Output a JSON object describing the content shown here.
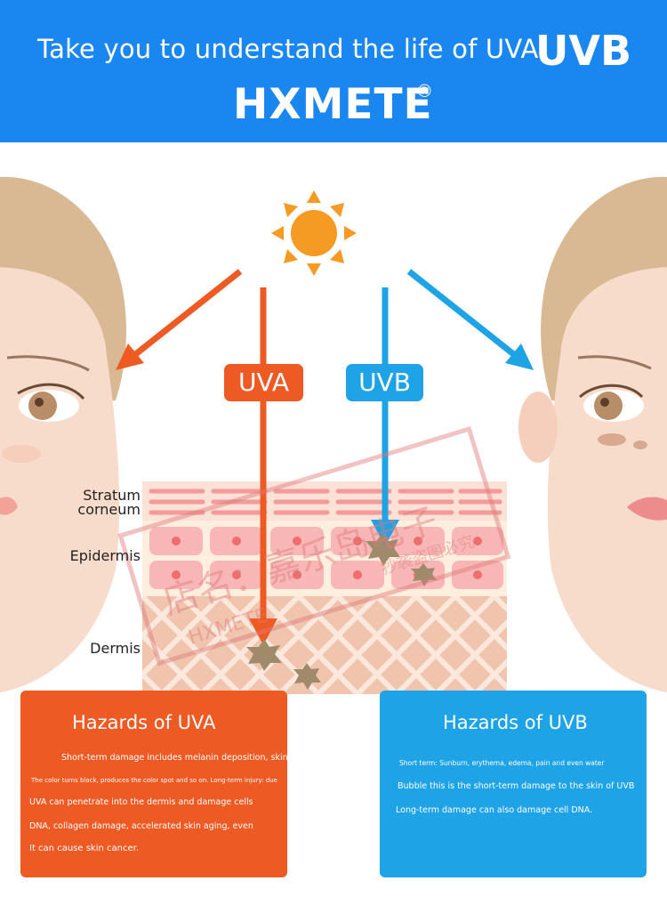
{
  "header": {
    "line1": "Take you to understand the life of UVA,",
    "uvb": "UVB",
    "brand": "HXMETE",
    "registered": "®"
  },
  "diagram": {
    "uva_tag": "UVA",
    "uvb_tag": "UVB",
    "layers": {
      "stratum_line1": "Stratum",
      "stratum_line2": "corneum",
      "epidermis": "Epidermis",
      "dermis": "Dermis"
    }
  },
  "watermark": {
    "text_cn": "店名：嘉乐岛电子",
    "brand": "HXMETE",
    "note_cn": "抄袭盗图必究"
  },
  "uva_card": {
    "title": "Hazards of UVA",
    "lines": [
      "Short-term damage includes melanin deposition, skin",
      "The color turns black, produces the color spot and so on. Long-term injury: due",
      "UVA can penetrate into the dermis and damage cells",
      "DNA, collagen damage, accelerated skin aging, even",
      "It can cause skin cancer."
    ]
  },
  "uvb_card": {
    "title": "Hazards of UVB",
    "lines": [
      "Short term: Sunburn, erythema, edema, pain and even water",
      "Bubble this is the short-term damage to the skin of UVB",
      "Long-term damage can also damage cell DNA."
    ]
  },
  "colors": {
    "header_blue": "#1a86f0",
    "uva_orange": "#ee5a24",
    "uvb_blue": "#1ea3e6",
    "sun": "#f59a23",
    "skin": "#f8dccb",
    "hair": "#d9b994"
  }
}
